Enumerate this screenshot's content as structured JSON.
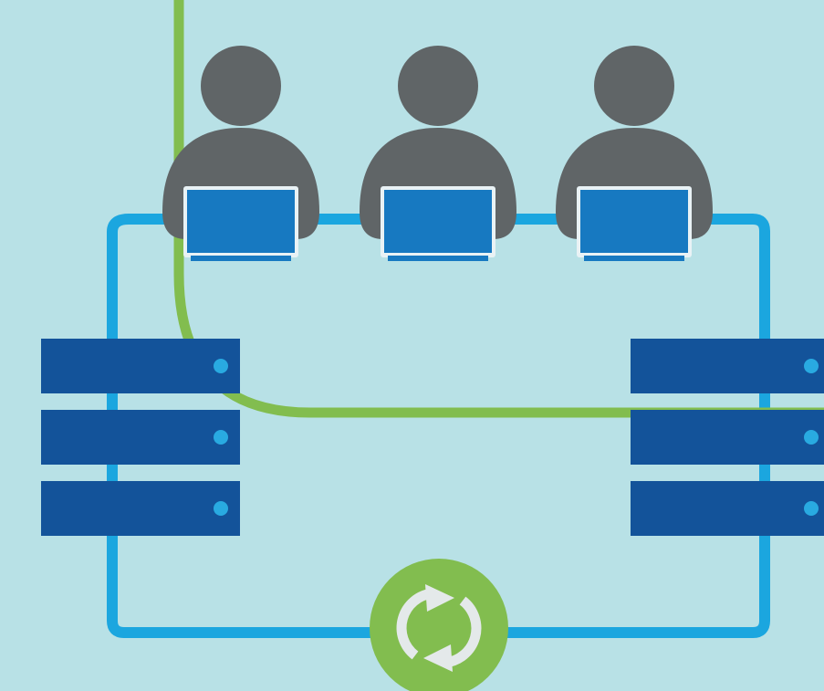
{
  "diagram": {
    "colors": {
      "background": "#b8e1e6",
      "network_loop": "#1ba6df",
      "data_line": "#82bd4f",
      "person": "#606567",
      "laptop_screen": "#1779c1",
      "laptop_frame": "#e9f2f5",
      "server_unit": "#13539a",
      "server_led": "#29aae1",
      "sync_badge": "#82bd4f",
      "sync_arrows": "#e4e9ea"
    },
    "users": [
      {
        "icon": "person-with-laptop-icon"
      },
      {
        "icon": "person-with-laptop-icon"
      },
      {
        "icon": "person-with-laptop-icon"
      }
    ],
    "server_racks": [
      {
        "side": "left",
        "units": 3,
        "icon": "server-rack-icon"
      },
      {
        "side": "right",
        "units": 3,
        "icon": "server-rack-icon"
      }
    ],
    "sync": {
      "icon": "sync-arrows-icon"
    }
  }
}
